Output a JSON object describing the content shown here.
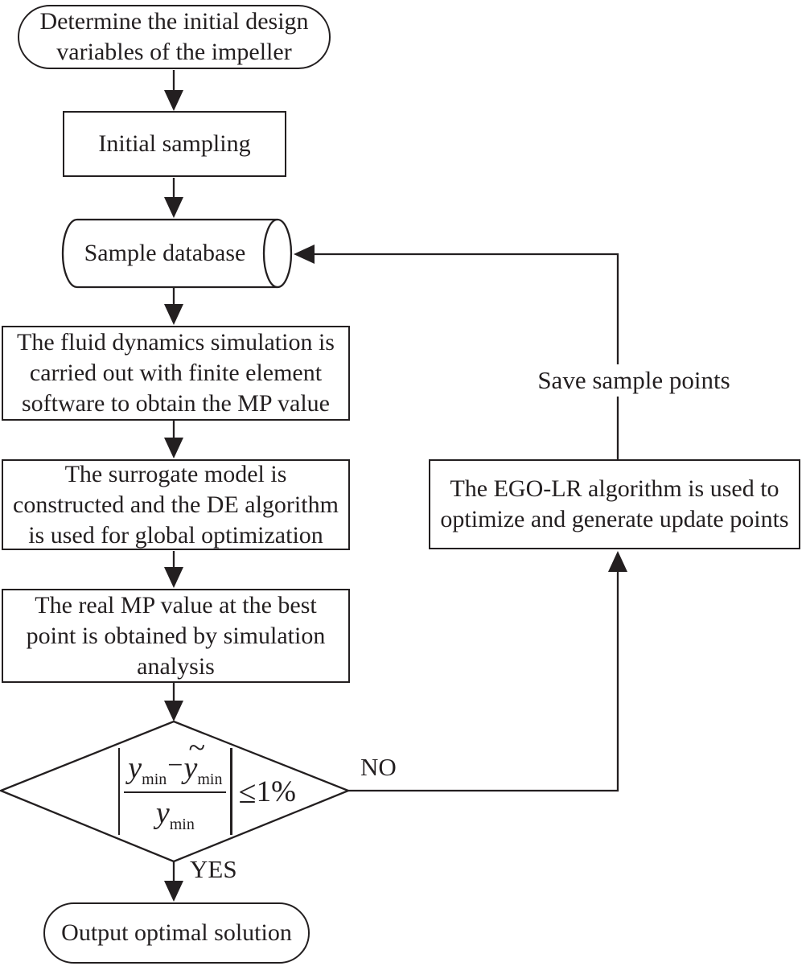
{
  "figure": {
    "type": "flowchart"
  },
  "colors": {
    "ink": "#231f20",
    "background": "#ffffff"
  },
  "nodes": {
    "start": {
      "shape": "stadium",
      "label": [
        "Determine the initial design",
        "variables of the impeller"
      ]
    },
    "initial_sampling": {
      "shape": "process",
      "label": "Initial sampling"
    },
    "sample_database": {
      "shape": "database-cylinder",
      "label": "Sample database"
    },
    "fluid_simulation": {
      "shape": "process",
      "label": [
        "The fluid dynamics simulation is",
        "carried out with finite element",
        "software to obtain the MP value"
      ]
    },
    "surrogate_model": {
      "shape": "process",
      "label": [
        "The surrogate model is",
        "constructed and the DE algorithm",
        "is used for global optimization"
      ]
    },
    "real_mp": {
      "shape": "process",
      "label": [
        "The real MP value at the best",
        "point is obtained by simulation",
        "analysis"
      ]
    },
    "decision": {
      "shape": "diamond",
      "formula": {
        "numerator_left_base": "y",
        "numerator_left_sub": "min",
        "minus": "−",
        "tilde": "~",
        "numerator_right_base": "y",
        "numerator_right_sub": "min",
        "denominator_base": "y",
        "denominator_sub": "min",
        "relation": "≤",
        "threshold": "1%"
      }
    },
    "ego_lr": {
      "shape": "process",
      "label": [
        "The EGO-LR algorithm is used to",
        "optimize and generate update points"
      ]
    },
    "output": {
      "shape": "stadium",
      "label": "Output optimal solution"
    }
  },
  "edge_labels": {
    "no": "NO",
    "yes": "YES",
    "save_sample_points": "Save sample points"
  }
}
